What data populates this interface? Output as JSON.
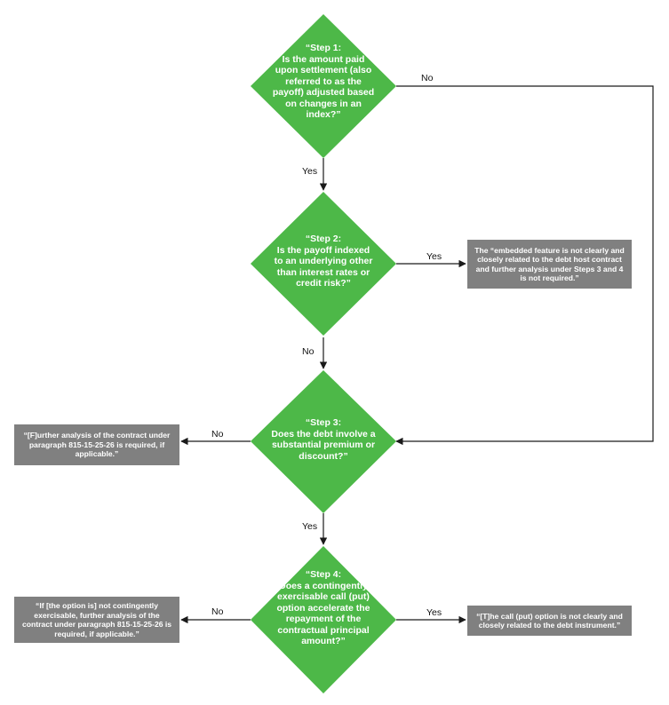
{
  "colors": {
    "diamond": "#4db848",
    "box": "#808080",
    "line": "#1a1a1a"
  },
  "steps": [
    {
      "step": "“Step 1:",
      "question": "Is the amount paid upon settlement (also referred to as the payoff) adjusted based on changes in an index?”"
    },
    {
      "step": "“Step 2:",
      "question": "Is the payoff indexed to an underlying other than interest rates or credit risk?”"
    },
    {
      "step": "“Step 3:",
      "question": "Does the debt involve a substantial premium or discount?”"
    },
    {
      "step": "“Step 4:",
      "question": "Does a contingently exercisable call (put) option accelerate the repayment of the contractual principal amount?”"
    }
  ],
  "outcomes": {
    "step2_yes": "The “embedded feature is not clearly and closely related to the debt host contract and further analysis under Steps 3 and 4 is not required.”",
    "step3_no": "“[F]urther analysis of the contract under paragraph 815-15-25-26 is required, if applicable.”",
    "step4_no": "“If [the option is] not contingently exercisable, further analysis of the contract under paragraph 815-15-25-26 is required, if applicable.”",
    "step4_yes": "“[T]he call (put) option is not clearly and closely related to the debt instrument.”"
  },
  "edge_labels": {
    "step1_no": "No",
    "step1_yes": "Yes",
    "step2_yes": "Yes",
    "step2_no": "No",
    "step3_no": "No",
    "step3_yes": "Yes",
    "step4_no": "No",
    "step4_yes": "Yes"
  }
}
